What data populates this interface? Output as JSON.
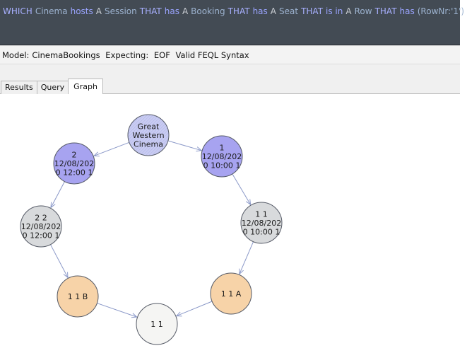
{
  "query": {
    "tokens": [
      {
        "text": "WHICH",
        "color": "#a8b0ff"
      },
      {
        "text": "Cinema",
        "color": "#9db3d0"
      },
      {
        "text": "hosts",
        "color": "#9aa4ff"
      },
      {
        "text": "A",
        "color": "#c8ccd2"
      },
      {
        "text": "Session",
        "color": "#9db3d0"
      },
      {
        "text": "THAT",
        "color": "#a8b0ff"
      },
      {
        "text": "has",
        "color": "#9aa4ff"
      },
      {
        "text": "A",
        "color": "#c8ccd2"
      },
      {
        "text": "Booking",
        "color": "#9db3d0"
      },
      {
        "text": "THAT",
        "color": "#a8b0ff"
      },
      {
        "text": "has",
        "color": "#9aa4ff"
      },
      {
        "text": "A",
        "color": "#c8ccd2"
      },
      {
        "text": "Seat",
        "color": "#9db3d0"
      },
      {
        "text": "THAT",
        "color": "#a8b0ff"
      },
      {
        "text": "is in",
        "color": "#9aa4ff"
      },
      {
        "text": "A",
        "color": "#c8ccd2"
      },
      {
        "text": "Row",
        "color": "#9db3d0"
      },
      {
        "text": "THAT",
        "color": "#a8b0ff"
      },
      {
        "text": "has",
        "color": "#9aa4ff"
      },
      {
        "text": "(RowNr:'1')",
        "color": "#9db3d0"
      }
    ]
  },
  "status": {
    "model_label": "Model:",
    "model_value": "CinemaBookings",
    "expecting_label": "Expecting:",
    "expecting_values": [
      "EOF",
      "Valid FEQL Syntax"
    ]
  },
  "tabs": [
    {
      "label": "Results",
      "active": false
    },
    {
      "label": "Query",
      "active": false
    },
    {
      "label": "Graph",
      "active": true
    }
  ],
  "graph": {
    "nodes": [
      {
        "id": "cinema",
        "lines": [
          "Great",
          "Western",
          "Cinema"
        ],
        "fill": "#c9ccf2",
        "hatched": true
      },
      {
        "id": "session1",
        "lines": [
          "1",
          "12/08/202",
          "0 10:00 1"
        ],
        "fill": "#a7a3f0"
      },
      {
        "id": "session2",
        "lines": [
          "2",
          "12/08/202",
          "0 12:00 1"
        ],
        "fill": "#a7a3f0"
      },
      {
        "id": "booking11",
        "lines": [
          "1 1",
          "12/08/202",
          "0 10:00 1"
        ],
        "fill": "#d8dadc"
      },
      {
        "id": "booking22",
        "lines": [
          "2 2",
          "12/08/202",
          "0 12:00 1"
        ],
        "fill": "#d8dadc"
      },
      {
        "id": "seat11A",
        "lines": [
          "1 1 A"
        ],
        "fill": "#f7d3a8"
      },
      {
        "id": "seat11B",
        "lines": [
          "1 1 B"
        ],
        "fill": "#f7d3a8"
      },
      {
        "id": "row11",
        "lines": [
          "1 1"
        ],
        "fill": "#f5f5f3"
      }
    ],
    "edges": [
      [
        "cinema",
        "session1"
      ],
      [
        "cinema",
        "session2"
      ],
      [
        "session1",
        "booking11"
      ],
      [
        "session2",
        "booking22"
      ],
      [
        "booking11",
        "seat11A"
      ],
      [
        "booking22",
        "seat11B"
      ],
      [
        "seat11A",
        "row11"
      ],
      [
        "seat11B",
        "row11"
      ]
    ],
    "edge_color": "#8a98c8"
  }
}
